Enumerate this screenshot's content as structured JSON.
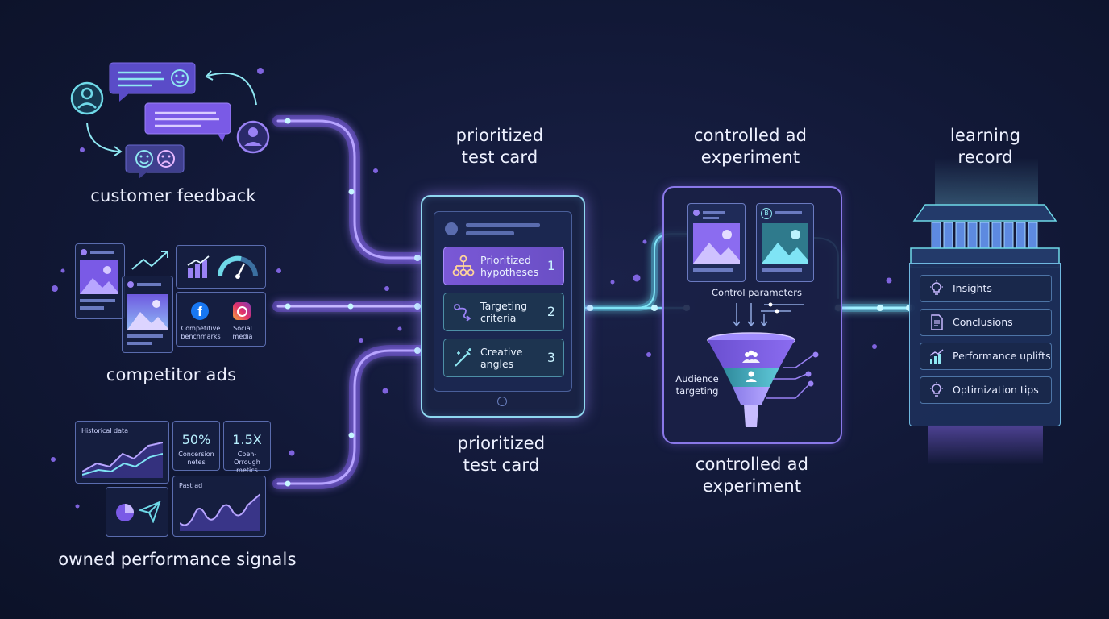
{
  "sources": {
    "customer_feedback": {
      "label": "customer feedback"
    },
    "competitor_ads": {
      "label": "competitor ads",
      "benchmarks_label": "Competitive benchmarks",
      "social_label": "Social media"
    },
    "owned_signals": {
      "label": "owned performance signals",
      "historical_label": "Historical data",
      "metric1_value": "50%",
      "metric1_label": "Concersion netes",
      "metric2_value": "1.5X",
      "metric2_label": "Cbeh-Orrough metics",
      "past_ad_label": "Past ad"
    }
  },
  "test_card": {
    "title_top": [
      "prioritized",
      "test card"
    ],
    "title_bottom": [
      "prioritized",
      "test card"
    ],
    "rows": [
      {
        "label": "Prioritized hypotheses",
        "number": "1"
      },
      {
        "label": "Targeting criteria",
        "number": "2"
      },
      {
        "label": "Creative angles",
        "number": "3"
      }
    ]
  },
  "experiment": {
    "title_top": [
      "controlled ad",
      "experiment"
    ],
    "title_bottom": [
      "controlled ad",
      "experiment"
    ],
    "variant_b_tag": "B",
    "control_params_label": "Control parameters",
    "audience_label": "Audience targeting"
  },
  "learning_record": {
    "title": [
      "learning",
      "record"
    ],
    "items": [
      {
        "label": "Insights",
        "icon": "lightbulb-icon"
      },
      {
        "label": "Conclusions",
        "icon": "document-icon"
      },
      {
        "label": "Performance uplifts",
        "icon": "bar-chart-icon"
      },
      {
        "label": "Optimization tips",
        "icon": "lightbulb-icon"
      }
    ]
  },
  "colors": {
    "accent_purple": "#8b6cf0",
    "accent_cyan": "#6fd9e8",
    "background": "#111836"
  }
}
